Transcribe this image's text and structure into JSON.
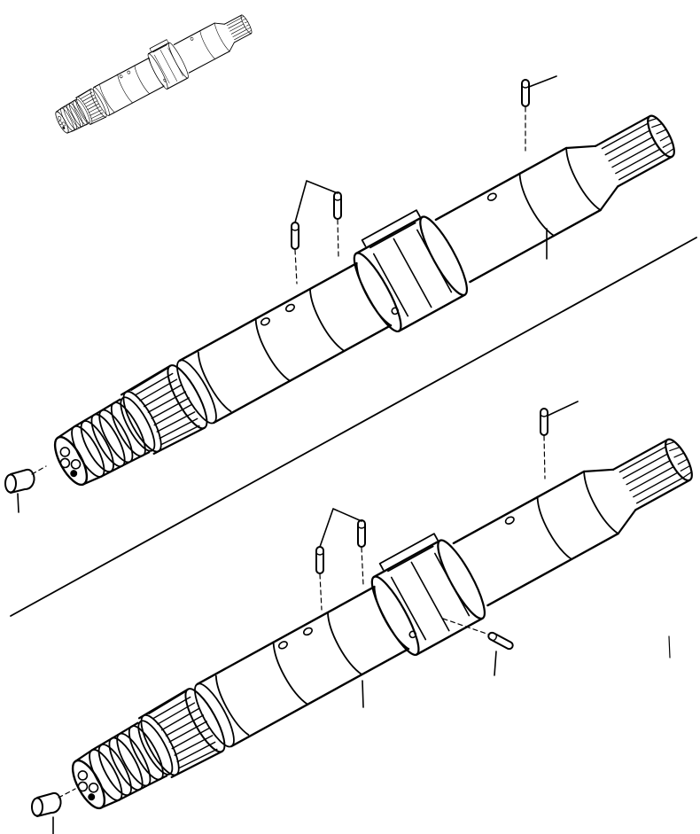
{
  "diagram": {
    "background": "#ffffff",
    "ink": "#000000",
    "assemblies": [
      {
        "id": "reference-shaft",
        "kind": "small-overview-shaft"
      },
      {
        "id": "upper-shaft-assembly",
        "kind": "splined-shaft-with-pins"
      },
      {
        "id": "lower-shaft-assembly",
        "kind": "splined-shaft-with-pins"
      }
    ],
    "parts": {
      "upper": [
        "end-plug",
        "shaft",
        "sleeve",
        "pin",
        "pin",
        "pin"
      ],
      "lower": [
        "end-plug",
        "shaft",
        "sleeve",
        "pin",
        "pin",
        "pin",
        "pin"
      ]
    }
  }
}
